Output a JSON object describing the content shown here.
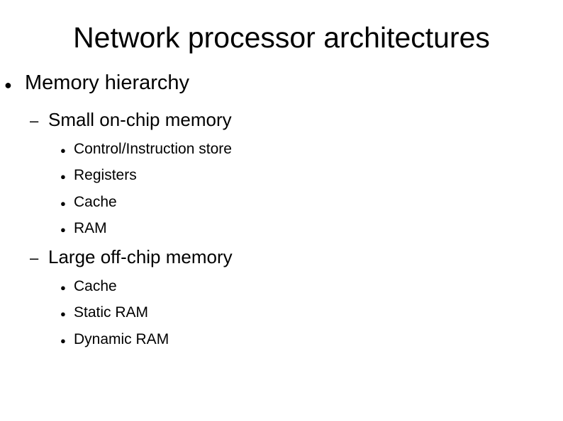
{
  "slide": {
    "title": "Network processor architectures",
    "outline": {
      "level1_bullet": "●",
      "level2_bullet": "–",
      "level3_bullet": "●",
      "heading": "Memory hierarchy",
      "groups": [
        {
          "label": "Small on-chip memory",
          "items": [
            "Control/Instruction store",
            "Registers",
            "Cache",
            "RAM"
          ]
        },
        {
          "label": "Large off-chip memory",
          "items": [
            "Cache",
            "Static RAM",
            "Dynamic RAM"
          ]
        }
      ]
    }
  }
}
